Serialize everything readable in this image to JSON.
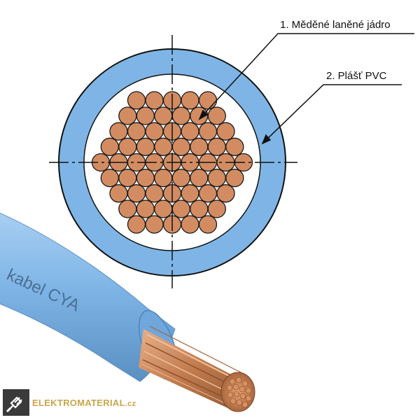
{
  "labels": {
    "core": "1. Měděné laněné jádro",
    "sheath": "2. Plášť PVC"
  },
  "cable_print": "kabel CYA",
  "logo": {
    "name": "ELEKTROMATERIAL",
    "tld": ".cz"
  },
  "colors": {
    "sheath": "#7fb5e6",
    "sheath_dark": "#5f97cc",
    "copper": "#d38c62",
    "copper_edge": "#1a1a1a",
    "copper_wire": "#c98a5a",
    "logo_text": "#c8a64a"
  },
  "icons": [
    "plug-icon"
  ]
}
